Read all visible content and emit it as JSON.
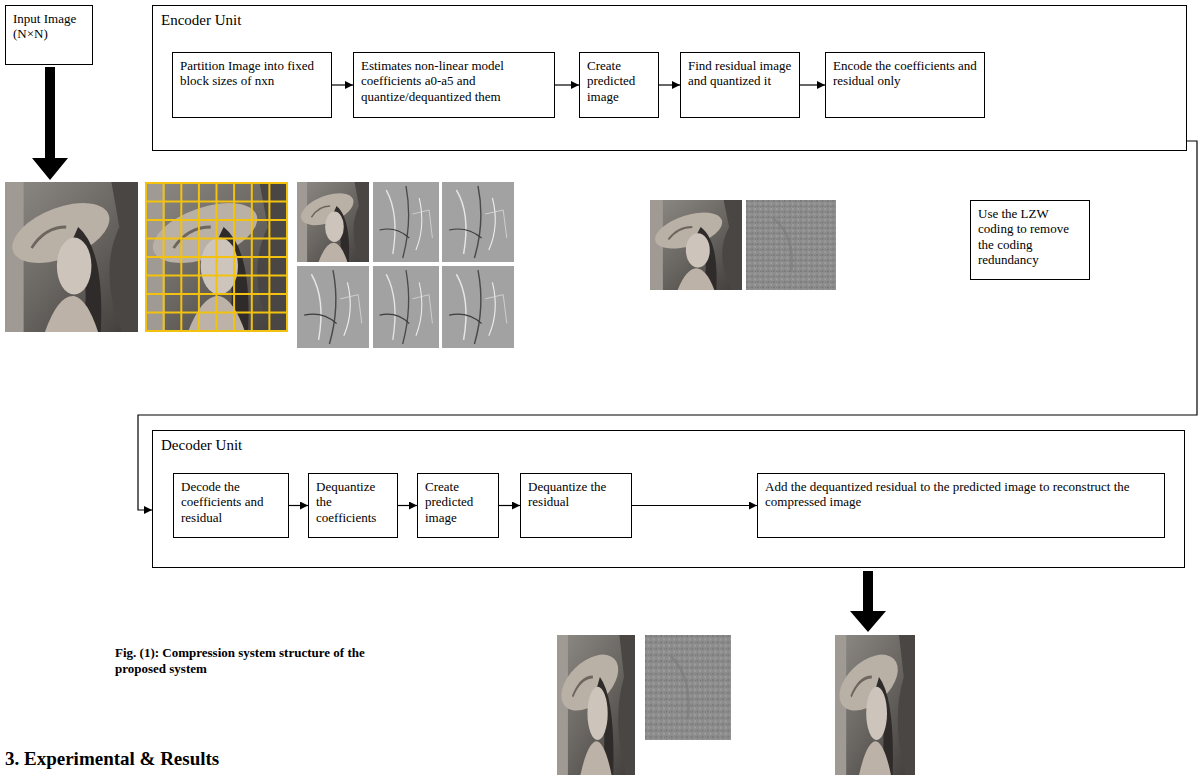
{
  "diagram": {
    "caption": "Fig. (1): Compression system structure of the proposed system",
    "nodes": [
      {
        "text": [
          "Input Image (N×N)"
        ]
      },
      {
        "text": [
          "Encoder Unit"
        ]
      },
      {
        "text": [
          "Partition Image into fixed block sizes of nxn"
        ],
        "in": 1
      },
      {
        "text": [
          "Estimates non-linear model coefficients a0-a5 and quantize/dequantized them"
        ],
        "in": 1
      },
      {
        "text": [
          "Create predicted image"
        ],
        "in": 1
      },
      {
        "text": [
          "Find residual image and quantized it"
        ],
        "in": 1
      },
      {
        "text": [
          "Encode the coefficients and residual only"
        ],
        "in": 1
      },
      {
        "text": [
          "Use the LZW coding to remove the coding redundancy"
        ]
      },
      {
        "text": [
          "Decoder Unit"
        ]
      },
      {
        "text": [
          "Decode the coefficients and residual"
        ],
        "in": 8
      },
      {
        "text": [
          "Dequantize the coefficients"
        ],
        "in": 8
      },
      {
        "text": [
          "Create predicted image"
        ],
        "in": 8
      },
      {
        "text": [
          "Dequantize the residual"
        ],
        "in": 8
      },
      {
        "text": [
          "Add the dequantized residual to the predicted image to reconstruct the compressed image"
        ],
        "in": 8
      }
    ],
    "edges": [
      {
        "from": 2,
        "to": 3,
        "arrow": "to"
      },
      {
        "from": 3,
        "to": 4,
        "arrow": "to"
      },
      {
        "from": 4,
        "to": 5,
        "arrow": "to"
      },
      {
        "from": 5,
        "to": 6,
        "arrow": "to"
      },
      {
        "from": 1,
        "to": 8,
        "arrow": "to"
      },
      {
        "from": 9,
        "to": 10,
        "arrow": "to"
      },
      {
        "from": 10,
        "to": 11,
        "arrow": "to"
      },
      {
        "from": 11,
        "to": 12,
        "arrow": "to"
      },
      {
        "from": 12,
        "to": 13,
        "arrow": "to"
      }
    ],
    "labels": [
      "3. Experimental & Results"
    ]
  }
}
